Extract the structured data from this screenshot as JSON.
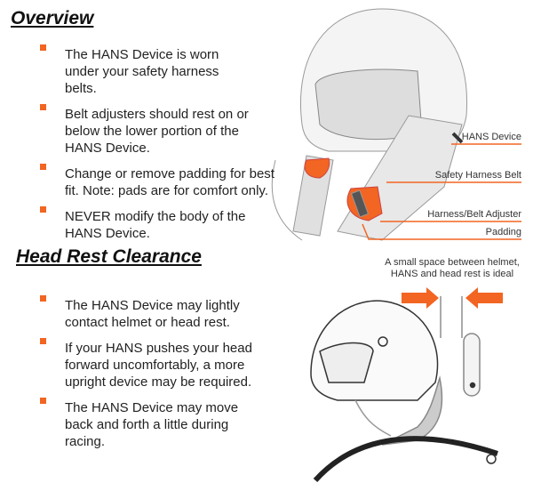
{
  "overview": {
    "title": "Overview",
    "bullets": [
      "The HANS Device is worn under your safety harness belts.",
      "Belt adjusters should rest on or below the lower portion of the HANS Device.",
      "Change or remove padding for best fit. Note: pads are for comfort only.",
      "NEVER modify the body of the HANS Device."
    ]
  },
  "headrest": {
    "title": "Head Rest Clearance",
    "bullets": [
      "The HANS Device may lightly contact helmet or head rest.",
      "If your HANS pushes your head forward uncomfortably, a more upright device may be required.",
      "The HANS Device may move back and forth a little during racing."
    ]
  },
  "labels": {
    "hans": "HANS Device",
    "belt": "Safety Harness Belt",
    "adjuster": "Harness/Belt Adjuster",
    "padding": "Padding",
    "caption": "A small space between helmet, HANS and head rest is ideal"
  },
  "colors": {
    "accent": "#f26522"
  }
}
